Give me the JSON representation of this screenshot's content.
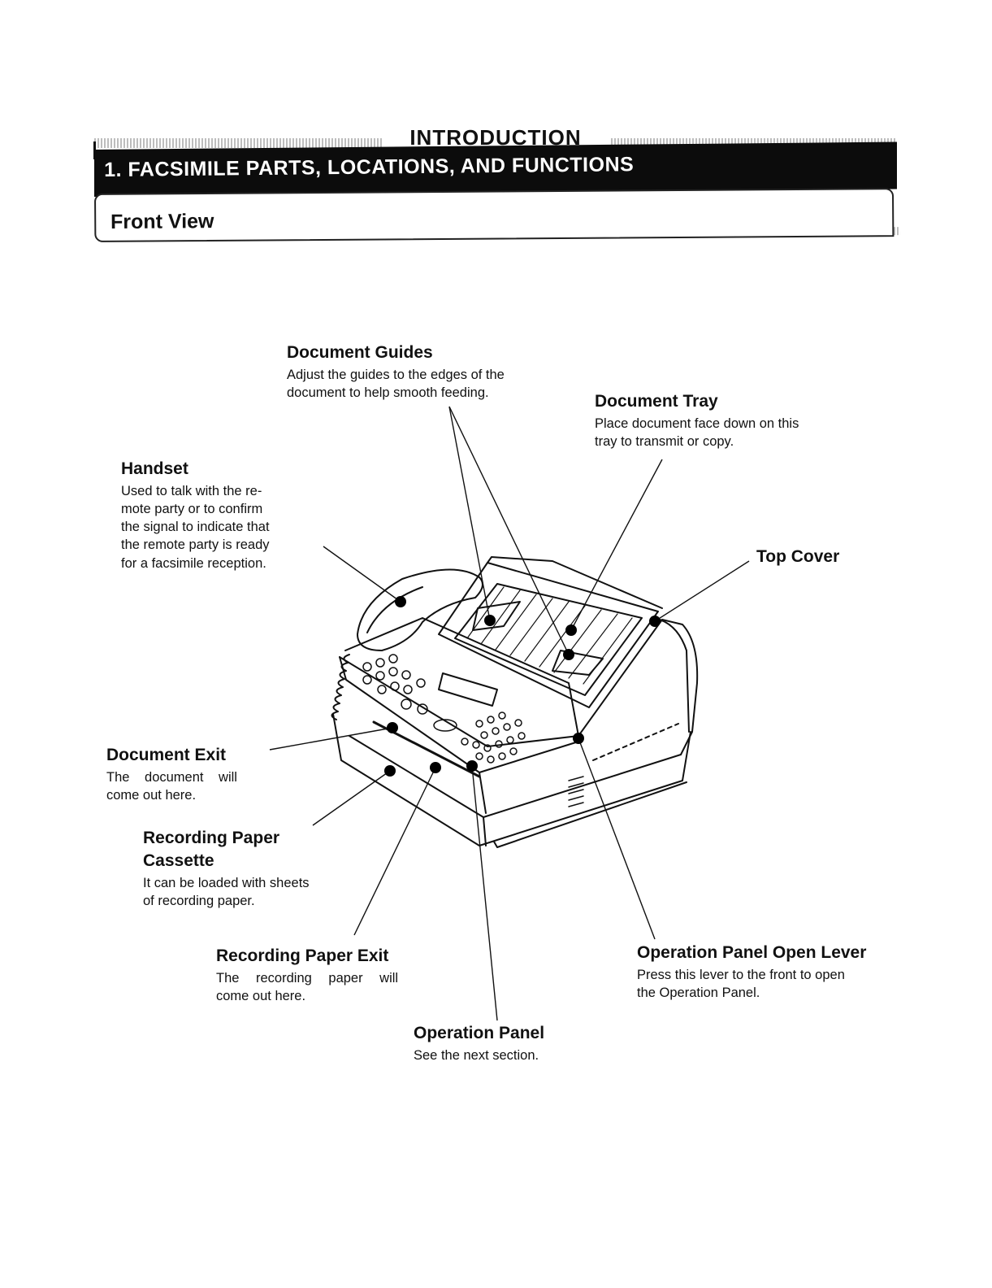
{
  "header": {
    "section": "INTRODUCTION",
    "chapter_title": "1. FACSIMILE PARTS, LOCATIONS, AND FUNCTIONS",
    "subsection_title": "Front View"
  },
  "callouts": {
    "document_guides": {
      "title": "Document Guides",
      "desc_1": "Adjust the guides to the edges of the",
      "desc_2": "document to help smooth feeding."
    },
    "document_tray": {
      "title": "Document Tray",
      "desc_1": "Place document face down on this",
      "desc_2": "tray to transmit or copy."
    },
    "handset": {
      "title": "Handset",
      "desc_1": "Used to talk with the re-",
      "desc_2": "mote party or to confirm",
      "desc_3": "the signal to indicate that",
      "desc_4": "the remote party is ready",
      "desc_5": "for a facsimile reception."
    },
    "top_cover": {
      "title": "Top Cover"
    },
    "document_exit": {
      "title": "Document Exit",
      "desc_1": "The document will",
      "desc_2": "come out here."
    },
    "recording_paper_cassette": {
      "title_1": "Recording Paper",
      "title_2": "Cassette",
      "desc_1": "It can be loaded with sheets",
      "desc_2": "of recording paper."
    },
    "recording_paper_exit": {
      "title": "Recording Paper Exit",
      "desc_1": "The recording paper will",
      "desc_2": "come out here."
    },
    "operation_panel": {
      "title": "Operation Panel",
      "desc_1": "See the next section."
    },
    "operation_panel_open_lever": {
      "title": "Operation Panel Open Lever",
      "desc_1": "Press this lever to the front to open",
      "desc_2": "the Operation Panel."
    }
  }
}
